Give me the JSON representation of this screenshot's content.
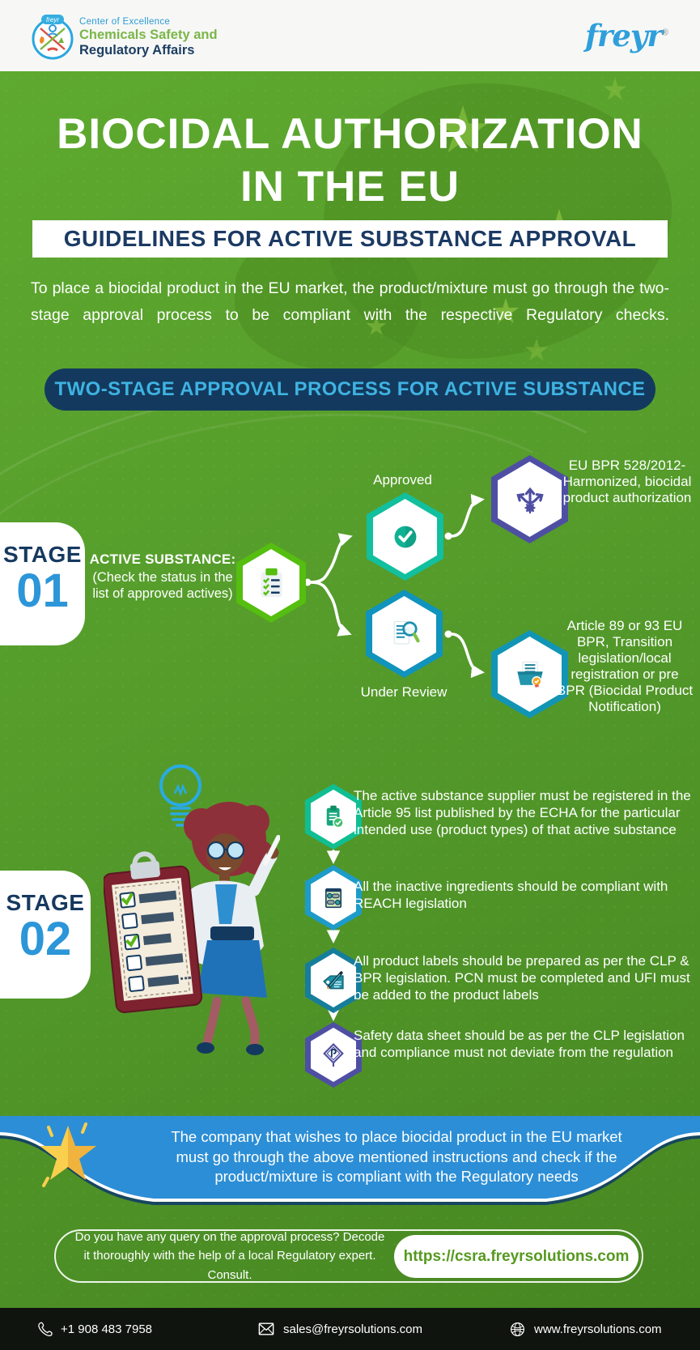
{
  "header": {
    "badge": "freyr",
    "coe_line1": "Center of Excellence",
    "coe_line2": "Chemicals Safety and",
    "coe_line3": "Regulatory Affairs",
    "brand": "freyr",
    "brand_reg": "®"
  },
  "hero": {
    "title_line1": "BIOCIDAL AUTHORIZATION",
    "title_line2": "IN THE EU",
    "subtitle": "GUIDELINES FOR ACTIVE SUBSTANCE APPROVAL",
    "intro": "To place a biocidal product in the EU market, the product/mixture must go through the two-stage approval process to be compliant with the respective Regulatory checks."
  },
  "process_banner": "TWO-STAGE APPROVAL PROCESS FOR ACTIVE SUBSTANCE",
  "stage1": {
    "label": "STAGE",
    "number": "01",
    "substance_title": "ACTIVE SUBSTANCE:",
    "substance_note": "(Check the status in the list of approved actives)",
    "branches": [
      {
        "status": "Approved",
        "outcome": "EU BPR 528/2012- Harmonized, biocidal product authorization"
      },
      {
        "status": "Under Review",
        "outcome": "Article 89 or 93 EU BPR, Transition legislation/local registration or pre BPR (Biocidal Product Notification)"
      }
    ]
  },
  "stage2": {
    "label": "STAGE",
    "number": "02",
    "items": [
      {
        "icon": "supplier-register-icon",
        "text": "The active substance supplier must be registered in the Article 95 list published by the ECHA for the particular intended use (product types) of that active substance"
      },
      {
        "icon": "reach-ingredients-icon",
        "text": "All the inactive ingredients should be compliant with REACH legislation"
      },
      {
        "icon": "product-label-icon",
        "text": "All product labels should be prepared as per the CLP & BPR legislation. PCN must be completed and UFI must be added to the product labels"
      },
      {
        "icon": "safety-sheet-icon",
        "text": "Safety data sheet should be as per the CLP legislation and compliance must not deviate from the regulation"
      }
    ]
  },
  "conclusion": "The company that wishes to place biocidal product in the EU market must go through the above mentioned instructions and check if the product/mixture is compliant with the Regulatory needs",
  "cta": {
    "question": "Do you have any query on the approval process? Decode it thoroughly with the help of a local Regulatory expert. Consult.",
    "url": "https://csra.freyrsolutions.com"
  },
  "footer": {
    "phone": "+1 908 483 7958",
    "email": "sales@freyrsolutions.com",
    "website": "www.freyrsolutions.com"
  },
  "colors": {
    "body_green": "#54992B",
    "navy": "#14395F",
    "stage_blue": "#2C96D8",
    "pill_navy": "#133A5E",
    "pill_cyan": "#3FB3E2",
    "hex_green": "#55BE10",
    "hex_teal": "#12BF9E",
    "hex_indigo": "#4E4FA3",
    "hex_review_blue": "#1093BC",
    "band_blue": "#2C8ED6",
    "url_green": "#55991F",
    "star_yellow": "#F9CF4D",
    "footer_black": "#10140E"
  }
}
